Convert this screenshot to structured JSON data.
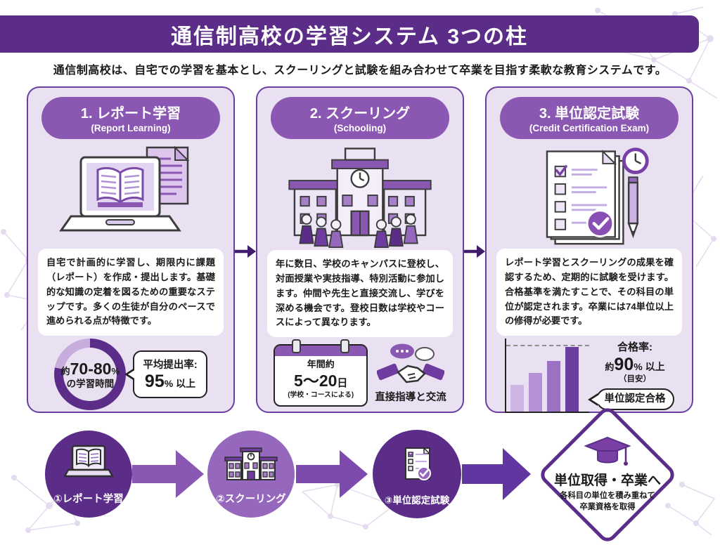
{
  "header": {
    "title": "通信制高校の学習システム 3つの柱"
  },
  "intro": "通信制高校は、自宅での学習を基本とし、スクーリングと試験を組み合わせて卒業を目指す柔軟な教育システムです。",
  "cards": [
    {
      "title": "1. レポート学習",
      "subtitle": "(Report Learning)",
      "description": "自宅で計画的に学習し、期限内に課題（レポート）を作成・提出します。基礎的な知識の定着を図るための重要なステップです。多くの生徒が自分のペースで進められる点が特徴です。",
      "stat": {
        "donut_percent": 78,
        "donut_prefix": "約",
        "donut_value": "70-80",
        "donut_unit": "%",
        "donut_label": "の学習時間",
        "bubble_title": "平均提出率:",
        "bubble_value": "95",
        "bubble_suffix": "% 以上"
      }
    },
    {
      "title": "2. スクーリング",
      "subtitle": "(Schooling)",
      "description": "年に数日、学校のキャンパスに登校し、対面授業や実技指導、特別活動に参加します。仲間や先生と直接交流し、学びを深める機会です。登校日数は学校やコースによって異なります。",
      "stat": {
        "calendar_title": "年間約",
        "calendar_value": "5〜20",
        "calendar_unit": "日",
        "calendar_note": "(学校・コースによる)",
        "exchange_label": "直接指導と交流"
      }
    },
    {
      "title": "3. 単位認定試験",
      "subtitle": "(Credit Certification Exam)",
      "description": "レポート学習とスクーリングの成果を確認するため、定期的に試験を受けます。合格基準を満たすことで、その科目の単位が認定されます。卒業には74単位以上の修得が必要です。",
      "stat": {
        "bars": [
          38,
          55,
          72,
          92
        ],
        "rate_title": "合格率:",
        "rate_prefix": "約",
        "rate_value": "90",
        "rate_suffix": "% 以上",
        "rate_note": "（目安）",
        "bubble_label": "単位認定合格"
      }
    }
  ],
  "flow": {
    "steps": [
      {
        "label": "①レポート学習"
      },
      {
        "label": "②スクーリング"
      },
      {
        "label": "③単位認定試験"
      }
    ],
    "goal": {
      "title": "単位取得・卒業へ",
      "line1": "各科目の単位を積み重ねて",
      "line2": "卒業資格を取得"
    }
  },
  "colors": {
    "deep_purple": "#5b2d88",
    "mid_purple": "#8a58b3",
    "soft_purple": "#9668bd",
    "card_bg": "#e9e1f2",
    "card_border": "#6b3fa0",
    "ring_light": "#c6addc",
    "bar_dark": "#6b3fa0"
  }
}
